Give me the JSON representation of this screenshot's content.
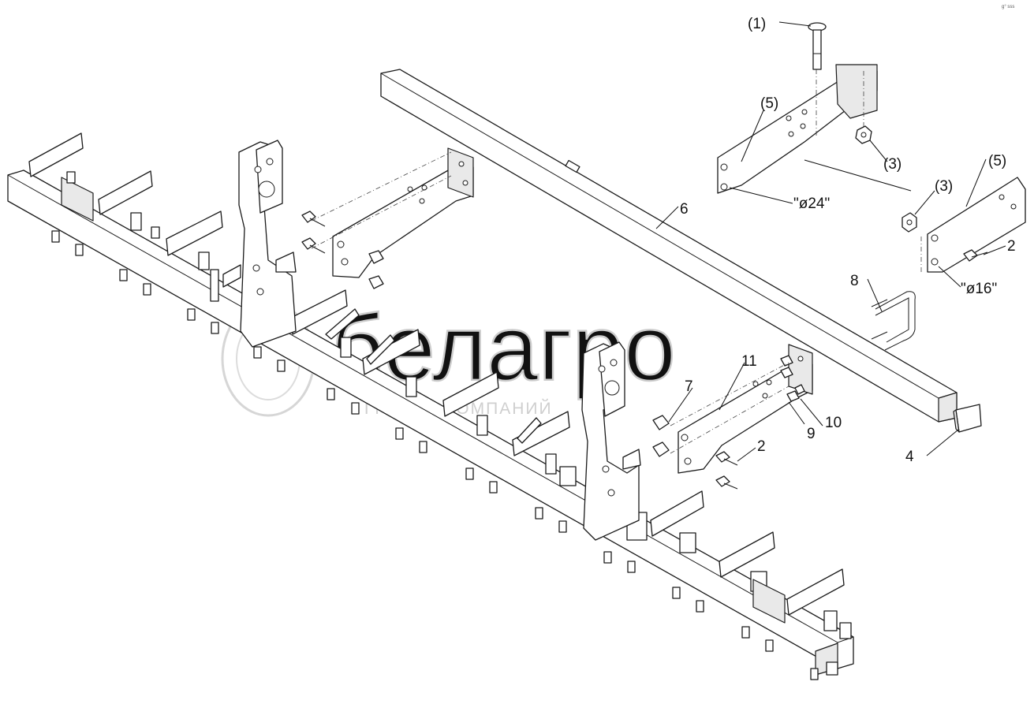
{
  "drawing": {
    "corner_mark": "g° sss",
    "callouts": {
      "c1": "(1)",
      "c3a": "(3)",
      "c3b": "(3)",
      "c5a": "(5)",
      "c5b": "(5)",
      "c2a": "2",
      "c2b": "2",
      "c4": "4",
      "c6": "6",
      "c7": "7",
      "c8": "8",
      "c9": "9",
      "c10": "10",
      "c11": "11",
      "d24": "\"ø24\"",
      "d16": "\"ø16\""
    },
    "watermark": {
      "brand": "белагро",
      "sub": "ГРУППА КОМПАНИЙ"
    }
  }
}
